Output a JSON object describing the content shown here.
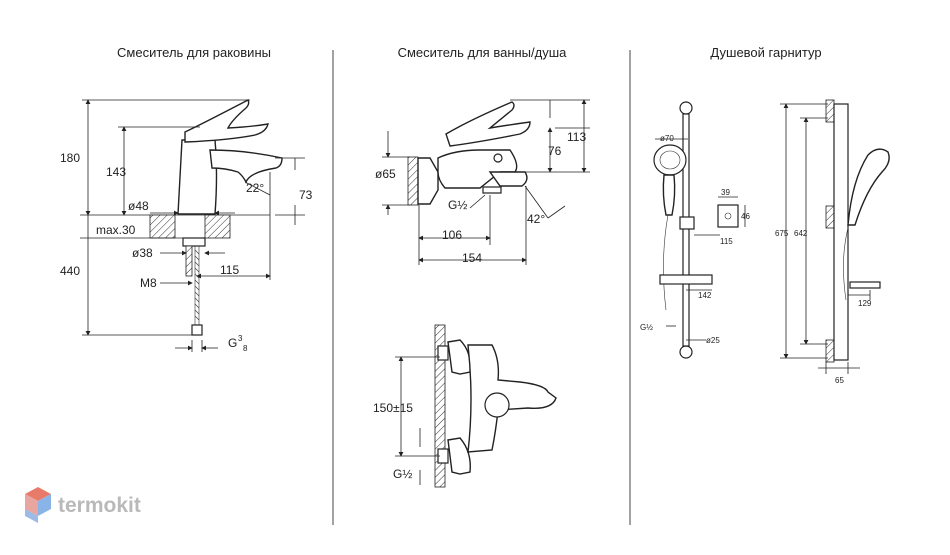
{
  "sections": {
    "basin": {
      "title": "Смеситель для раковины",
      "dims": {
        "h180": "180",
        "h143": "143",
        "d48": "ø48",
        "max30": "max.30",
        "d38": "ø38",
        "h440": "440",
        "m8": "M8",
        "w115": "115",
        "a22": "22°",
        "h73": "73",
        "g": "G",
        "g_num": "3",
        "g_den": "8"
      }
    },
    "bath": {
      "title": "Смеситель для ванны/душа",
      "dims": {
        "d65": "ø65",
        "h113": "113",
        "h76": "76",
        "g12": "G½",
        "w106": "106",
        "w154": "154",
        "a42": "42°",
        "h150": "150±15",
        "g12b": "G½"
      }
    },
    "shower": {
      "title": "Душевой гарнитур",
      "dims": {
        "d70": "ø70",
        "w39": "39",
        "h46": "46",
        "w115": "115",
        "w142": "142",
        "g12": "G½",
        "d25": "ø25",
        "h675": "675",
        "h642": "642",
        "w129": "129",
        "w65": "65"
      }
    }
  },
  "watermark": {
    "text": "termokit",
    "colors": [
      "#e87a6a",
      "#e9a6a0",
      "#8ab4e8",
      "#5a8fd6"
    ]
  }
}
